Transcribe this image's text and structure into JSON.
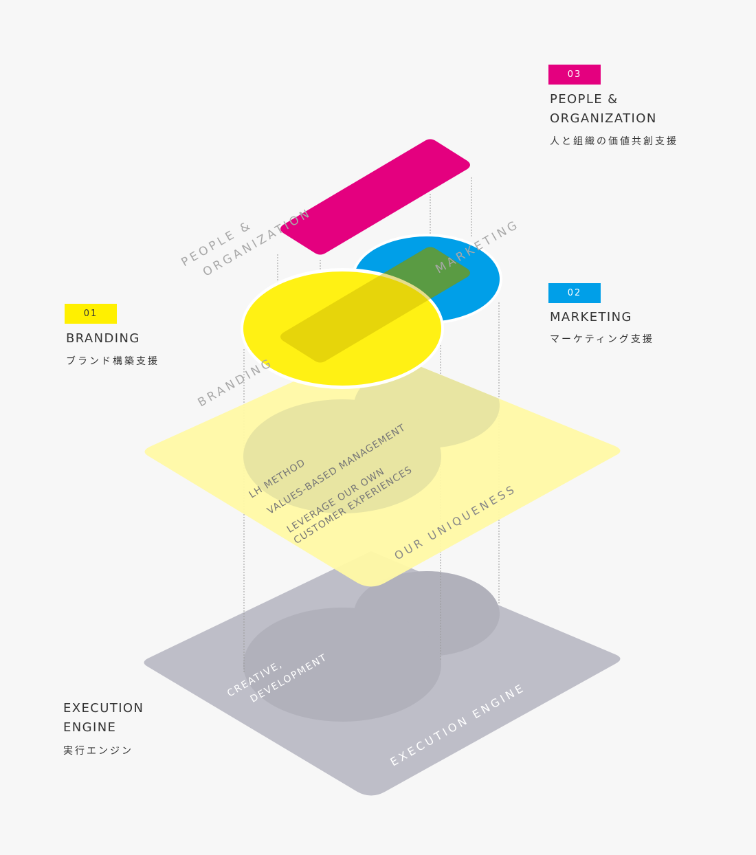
{
  "colors": {
    "branding": "#fff000",
    "marketing": "#009fe8",
    "people": "#e4007f",
    "uniqueness": "#fff9a5",
    "engine": "#bebec8",
    "text": "#333333",
    "background": "#f7f7f7"
  },
  "legend": {
    "people": {
      "number": "03",
      "title_line1": "PEOPLE &",
      "title_line2": "ORGANIZATION",
      "subtitle": "人と組織の価値共創支援"
    },
    "marketing": {
      "number": "02",
      "title": "MARKETING",
      "subtitle": "マーケティング支援"
    },
    "branding": {
      "number": "01",
      "title": "BRANDING",
      "subtitle": "ブランド構築支援"
    },
    "engine": {
      "title_line1": "EXECUTION",
      "title_line2": "ENGINE",
      "subtitle": "実行エンジン"
    }
  },
  "diagram": {
    "people_label_line1": "PEOPLE &",
    "people_label_line2": "ORGANIZATION",
    "marketing_label": "MARKETING",
    "branding_label": "BRANDING",
    "uniqueness_title": "OUR UNIQUENESS",
    "uniqueness_items": [
      "LH METHOD",
      "VALUES-BASED MANAGEMENT",
      "LEVERAGE OUR OWN",
      "CUSTOMER EXPERIENCES"
    ],
    "engine_title": "EXECUTION ENGINE",
    "engine_items": [
      "CREATIVE,",
      "DEVELOPMENT"
    ]
  }
}
